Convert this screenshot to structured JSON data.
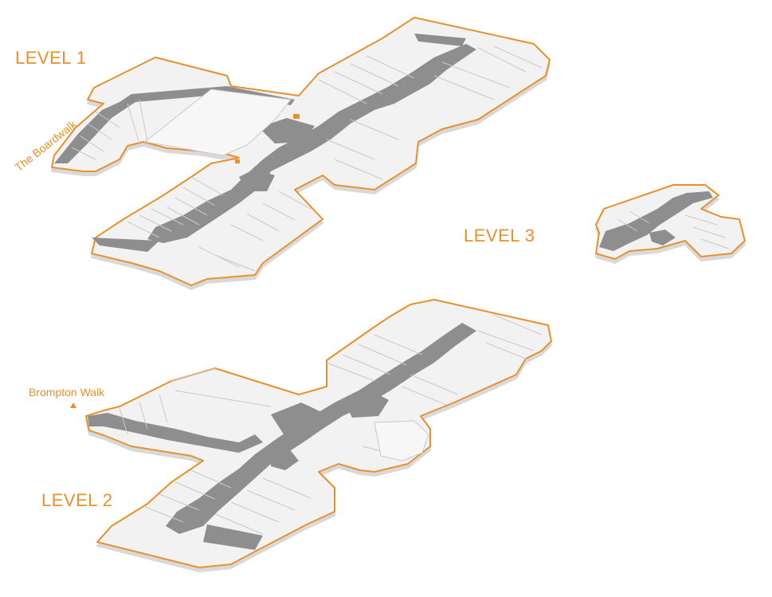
{
  "labels": {
    "level1": "LEVEL 1",
    "level2": "LEVEL 2",
    "level3": "LEVEL 3",
    "boardwalk": "The Boardwalk",
    "brompton_walk": "Brompton Walk"
  },
  "colors": {
    "accent": "#e8902a",
    "floor": "#f2f2f2",
    "unit_line": "#c9c9c9",
    "mall_corridor": "#8e8e8e",
    "wall_side": "#dcdcdc",
    "background": "#ffffff"
  }
}
